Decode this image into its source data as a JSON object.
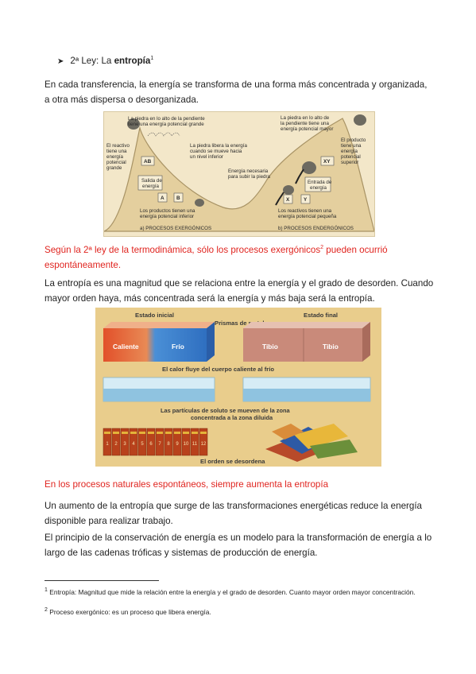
{
  "heading": {
    "prefix": "2ª Ley: La ",
    "bold": "entropía",
    "ref": "1"
  },
  "paragraphs": {
    "p1": "En cada transferencia, la energía se transforma de una forma más concentrada y organizada, a otra más dispersa o desorganizada.",
    "red1_before": "Según la 2ª ley de la termodinámica, sólo los procesos exergónicos",
    "red1_ref": "2",
    "red1_after": " pueden ocurrió espontáneamente.",
    "p2": "La entropía es una magnitud que se relaciona entre la energía y el grado de desorden. Cuando mayor orden haya, más concentrada será la energía y más baja será la entropía.",
    "red2": "En los procesos naturales espontáneos, siempre aumenta la entropía",
    "p3": "Un aumento de la entropía que surge de las transformaciones energéticas reduce la energía disponible para realizar trabajo.",
    "p4": "El principio de la conservación de energía es un modelo para la transformación de energía a lo largo de las cadenas tróficas y sistemas de producción de energía."
  },
  "footnotes": {
    "f1_ref": "1",
    "f1": " Entropía: Magnitud que mide la relación entre la energía y el grado de desorden. Cuanto mayor orden mayor concentración.",
    "f2_ref": "2",
    "f2": " Proceso exergónico: es un proceso que libera energía."
  },
  "figure1": {
    "a_top_line1": "La piedra en lo alto de la pendiente",
    "a_top_line2": "tiene una energía potencial grande",
    "a_react_1": "El reactivo",
    "a_react_2": "tiene una",
    "a_react_3": "energía",
    "a_react_4": "potencial",
    "a_react_5": "grande",
    "a_ab": "AB",
    "a_libera_1": "La piedra libera la energía",
    "a_libera_2": "cuando se mueve hacia",
    "a_libera_3": "un nivel inferior",
    "a_salida_1": "Salida de",
    "a_salida_2": "energía",
    "a_A": "A",
    "a_B": "B",
    "a_prod_1": "Los productos tienen una",
    "a_prod_2": "energía potencial inferior",
    "a_caption": "a) PROCESOS EXERGÓNICOS",
    "b_top_line1": "La piedra en lo alto de",
    "b_top_line2": "la pendiente tiene una",
    "b_top_line3": "energía potencial mayor",
    "b_nec_1": "Energía  necesaria",
    "b_nec_2": "para subir la piedra",
    "b_prod_1": "El producto",
    "b_prod_2": "tiene una",
    "b_prod_3": "energía",
    "b_prod_4": "potencial",
    "b_prod_5": "superior",
    "b_xy": "XY",
    "b_entrada_1": "Entrada de",
    "b_entrada_2": "energía",
    "b_X": "X",
    "b_Y": "Y",
    "b_react_1": "Los reactivos tienen una",
    "b_react_2": "energía potencial pequeña",
    "b_caption": "b) PROCESOS ENDERGÓNICOS"
  },
  "figure2": {
    "estado_inicial": "Estado inicial",
    "prismas": "Prismas de metal",
    "estado_final": "Estado final",
    "caliente": "Caliente",
    "frio": "Frío",
    "tibio1": "Tibio",
    "tibio2": "Tibio",
    "calor": "El calor fluye del cuerpo caliente al frío",
    "particulas_1": "Las partículas de soluto se mueven de la zona",
    "particulas_2": "concentrada a la zona diluida",
    "orden": "El orden se desordena",
    "book_numbers": [
      "1",
      "2",
      "3",
      "4",
      "5",
      "6",
      "7",
      "8",
      "9",
      "10",
      "11",
      "12"
    ]
  }
}
